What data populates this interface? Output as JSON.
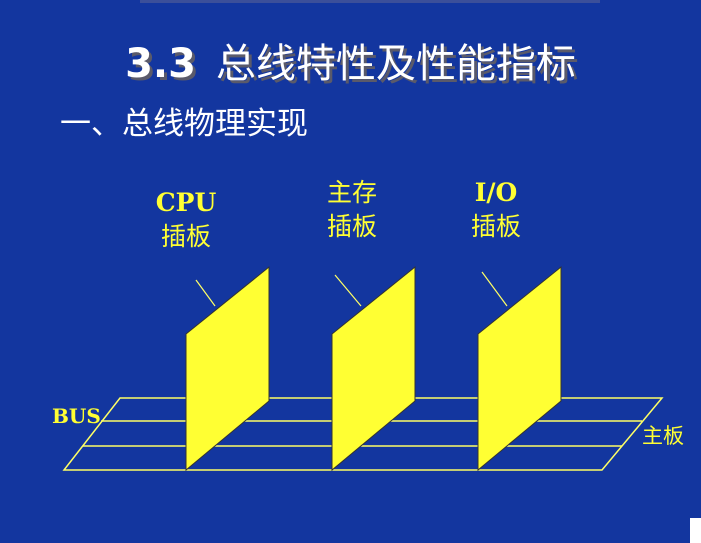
{
  "slide": {
    "title_number": "3.3",
    "title_text": "总线特性及性能指标",
    "subtitle": "一、总线物理实现"
  },
  "diagram": {
    "boards": [
      {
        "label_line1": "CPU",
        "label_line2": "插板"
      },
      {
        "label_line1": "主存",
        "label_line2": "插板"
      },
      {
        "label_line1": "I/O",
        "label_line2": "插板"
      }
    ],
    "bus_label": "BUS",
    "motherboard_label": "主板"
  },
  "colors": {
    "background": "#13369f",
    "title_text": "#ffffff",
    "board_fill": "#ffff33",
    "bus_lines": "#ffff66",
    "label_text": "#ffff33"
  }
}
